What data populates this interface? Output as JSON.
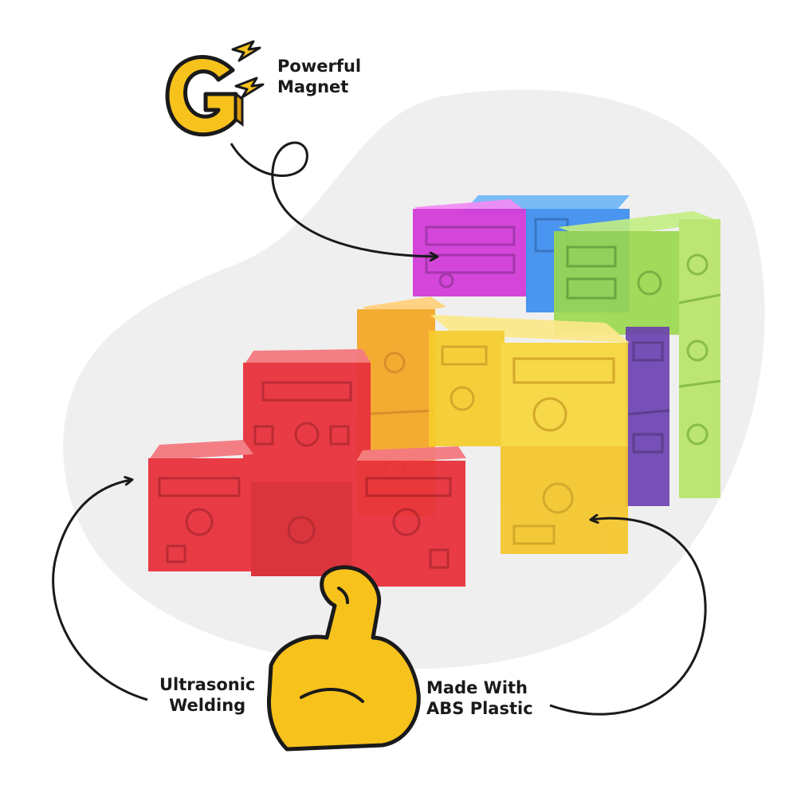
{
  "labels": {
    "magnet": {
      "line1": "Powerful",
      "line2": "Magnet"
    },
    "welding": {
      "line1": "Ultrasonic",
      "line2": "Welding"
    },
    "abs": {
      "line1": "Made With",
      "line2": "ABS Plastic"
    }
  },
  "colors": {
    "red": "#e8323c",
    "orange": "#f5a623",
    "yellow": "#f7d73a",
    "green": "#9ad84c",
    "blue": "#3c8ef0",
    "magenta": "#d23ad8",
    "purple": "#6a3fb0",
    "icon_yellow": "#f8c21c",
    "text": "#1a1a1a",
    "blob": "#efefef"
  },
  "icons": [
    "magnet-g-icon",
    "lightning-icon",
    "flexed-arm-icon"
  ]
}
